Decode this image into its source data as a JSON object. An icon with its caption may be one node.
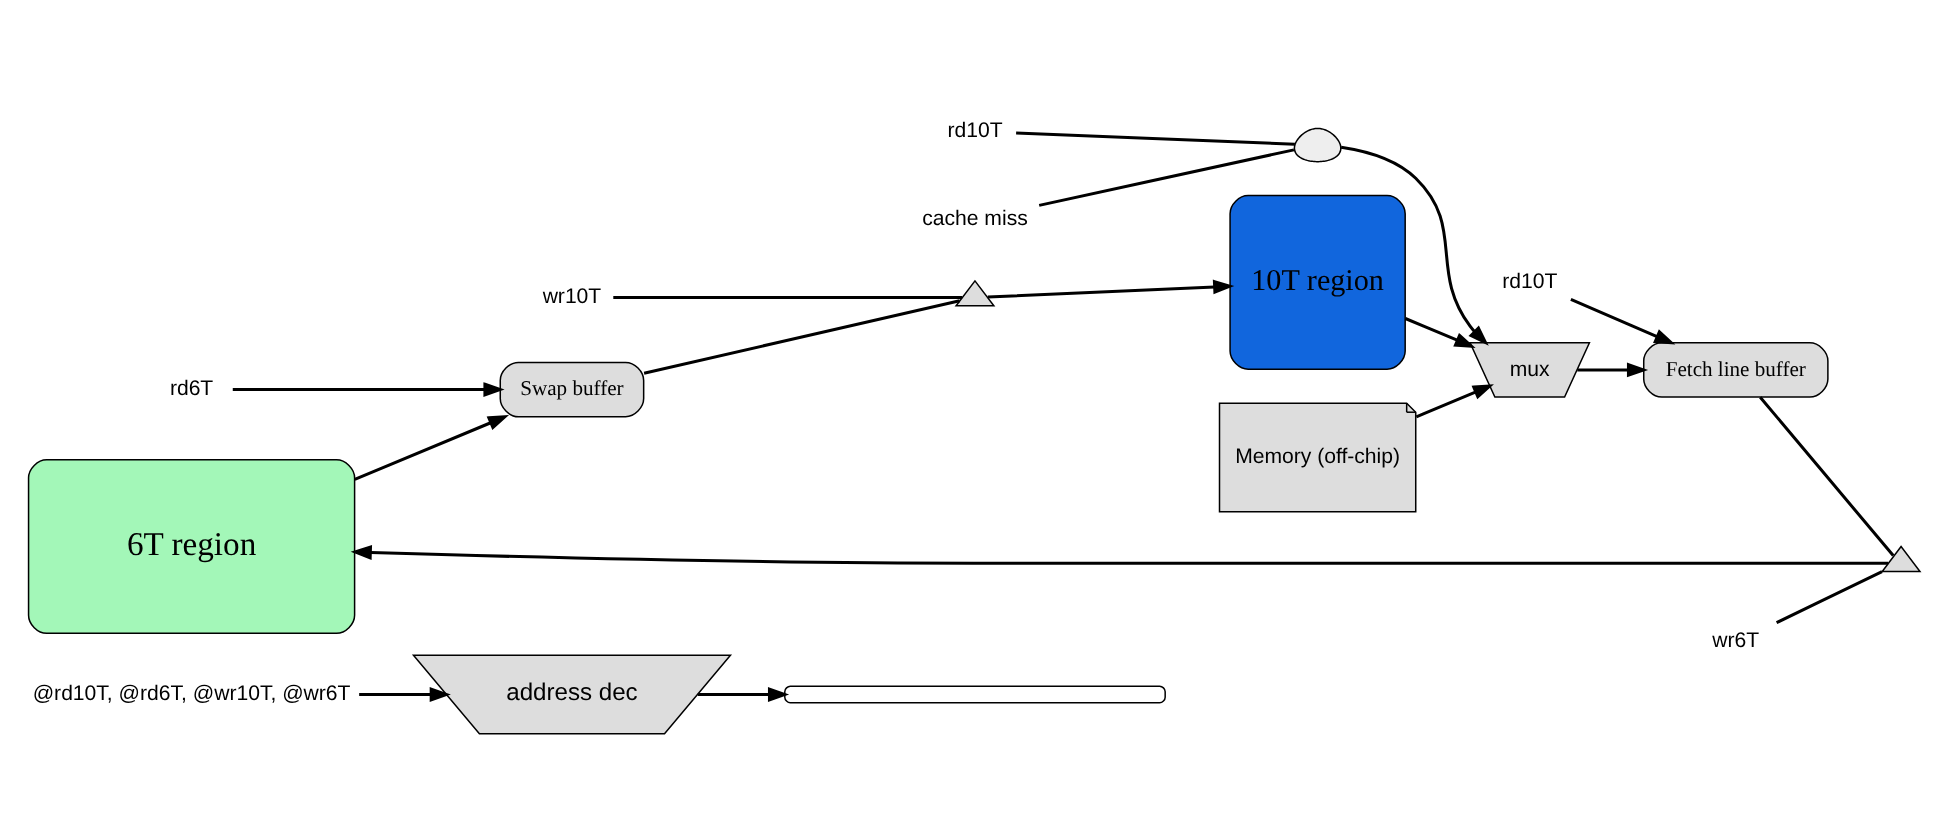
{
  "diagram": {
    "nodes": [
      {
        "text": [
          "@rd10T, @rd6T, @wr10T, @wr6T"
        ]
      },
      {
        "text": [
          "address dec"
        ]
      },
      {
        "text": [],
        "shape": "bar"
      },
      {
        "text": [
          "6T region"
        ]
      },
      {
        "text": [
          "10T region"
        ]
      },
      {
        "text": [
          "Memory (off-chip)"
        ]
      },
      {
        "text": [
          "rd6T"
        ]
      },
      {
        "text": [
          "Swap buffer"
        ]
      },
      {
        "text": [],
        "shape": "triangle"
      },
      {
        "text": [
          "wr10T"
        ]
      },
      {
        "text": [
          "wr6T"
        ]
      },
      {
        "text": [],
        "shape": "triangle"
      },
      {
        "text": [
          "mux"
        ]
      },
      {
        "text": [],
        "shape": "gate"
      },
      {
        "text": [
          "rd10T"
        ]
      },
      {
        "text": [
          "cache miss"
        ]
      },
      {
        "text": [
          "Fetch line buffer"
        ]
      },
      {
        "text": [
          "rd10T"
        ]
      }
    ],
    "edges": [
      {
        "from": 0,
        "to": 1,
        "arrow": "to"
      },
      {
        "from": 1,
        "to": 2,
        "arrow": "to"
      },
      {
        "from": 3,
        "to": 7,
        "arrow": "to"
      },
      {
        "from": 6,
        "to": 7,
        "arrow": "to"
      },
      {
        "from": 7,
        "to": 8,
        "arrow": "none"
      },
      {
        "from": 9,
        "to": 8,
        "arrow": "none"
      },
      {
        "from": 8,
        "to": 4,
        "arrow": "to"
      },
      {
        "from": 16,
        "to": 11,
        "arrow": "none"
      },
      {
        "from": 10,
        "to": 11,
        "arrow": "none"
      },
      {
        "from": 11,
        "to": 3,
        "arrow": "to"
      },
      {
        "from": 4,
        "to": 12,
        "arrow": "to"
      },
      {
        "from": 5,
        "to": 12,
        "arrow": "to"
      },
      {
        "from": 14,
        "to": 13,
        "arrow": "none"
      },
      {
        "from": 15,
        "to": 13,
        "arrow": "none"
      },
      {
        "from": 13,
        "to": 12,
        "arrow": "to"
      },
      {
        "from": 12,
        "to": 16,
        "arrow": "to"
      },
      {
        "from": 17,
        "to": 16,
        "arrow": "to"
      }
    ]
  }
}
